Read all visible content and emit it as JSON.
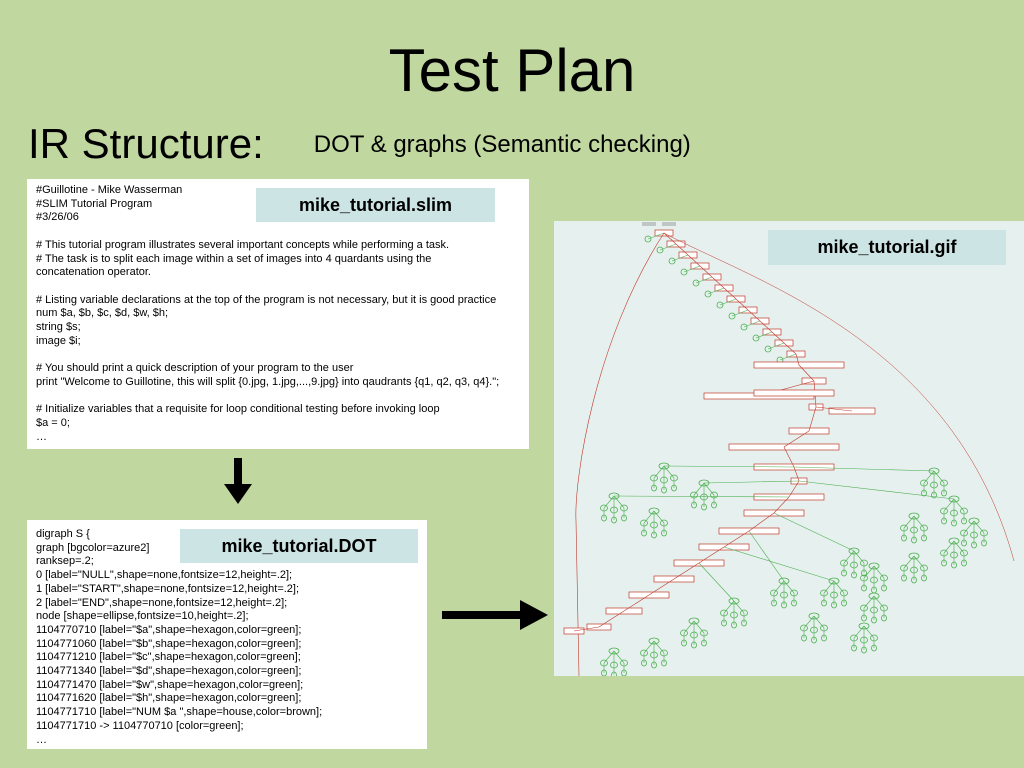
{
  "slide": {
    "title": "Test Plan",
    "subtitle_main": "IR Structure:",
    "subtitle_sub": "DOT & graphs (Semantic checking)"
  },
  "slim_file": {
    "label": "mike_tutorial.slim",
    "lines": [
      "#Guillotine - Mike Wasserman",
      "#SLIM Tutorial Program",
      "#3/26/06",
      "",
      "# This tutorial program illustrates several important concepts while performing a task.",
      "# The task is to split each image within a set of images into 4 quardants using the",
      "concatenation operator.",
      "",
      "# Listing variable declarations at the top of the program is not necessary, but it is good practice",
      "num $a, $b, $c, $d, $w, $h;",
      "string $s;",
      "image $i;",
      "",
      "# You should print a quick description of your program to the user",
      "print \"Welcome to Guillotine, this will split {0.jpg, 1.jpg,...,9.jpg} into qaudrants {q1, q2, q3, q4}.\";",
      "",
      "# Initialize variables that a requisite for loop conditional testing before invoking loop",
      "$a = 0;",
      "…"
    ]
  },
  "dot_file": {
    "label": "mike_tutorial.DOT",
    "lines": [
      "digraph S {",
      "graph [bgcolor=azure2]",
      "ranksep=.2;",
      "0 [label=\"NULL\",shape=none,fontsize=12,height=.2];",
      "1 [label=\"START\",shape=none,fontsize=12,height=.2];",
      "2 [label=\"END\",shape=none,fontsize=12,height=.2];",
      "node [shape=ellipse,fontsize=10,height=.2];",
      "1104770710 [label=\"$a\",shape=hexagon,color=green];",
      "1104771060 [label=\"$b\",shape=hexagon,color=green];",
      "1104771210 [label=\"$c\",shape=hexagon,color=green];",
      "1104771340 [label=\"$d\",shape=hexagon,color=green];",
      "1104771470 [label=\"$w\",shape=hexagon,color=green];",
      "1104771620 [label=\"$h\",shape=hexagon,color=green];",
      "1104771710 [label=\"NUM $a \",shape=house,color=brown];",
      "1104771710 -> 1104770710 [color=green];",
      "…"
    ]
  },
  "gif": {
    "label": "mike_tutorial.gif",
    "node_color": "#4caf50",
    "edge_color": "#c0392b",
    "background": "#e6f0ee"
  },
  "colors": {
    "slide_background": "#c0d7a0",
    "label_background": "#cde4e4",
    "arrow": "#000000"
  }
}
